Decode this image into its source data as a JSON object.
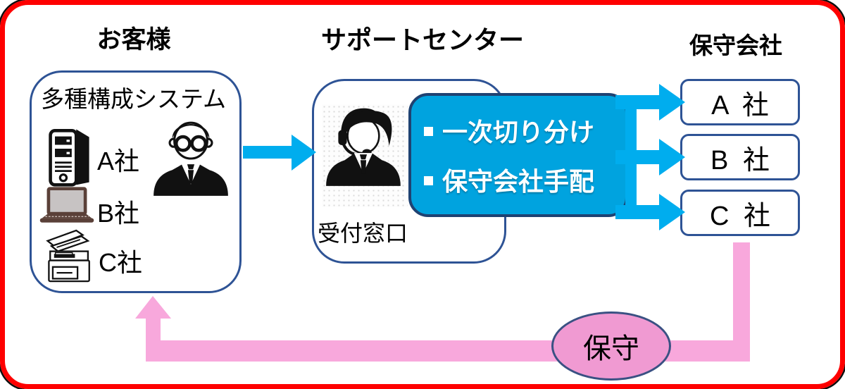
{
  "titles": {
    "customer": "お客様",
    "support_center": "サポートセンター",
    "maintenance_companies": "保守会社"
  },
  "customer_box": {
    "title": "多種構成システム",
    "person_icon": "businessman-glasses-icon",
    "devices": [
      {
        "icon": "server-icon",
        "label": "A社"
      },
      {
        "icon": "laptop-icon",
        "label": "B社"
      },
      {
        "icon": "printer-icon",
        "label": "C社"
      }
    ]
  },
  "support_box": {
    "person_icon": "operator-headset-icon",
    "label": "受付窓口"
  },
  "callout": {
    "items": [
      {
        "bullet": "▪",
        "text": "一次切り分け"
      },
      {
        "bullet": "▪",
        "text": "保守会社手配"
      }
    ]
  },
  "maintenance_companies": [
    {
      "name": "A 社"
    },
    {
      "name": "B 社"
    },
    {
      "name": "C 社"
    }
  ],
  "return_flow": {
    "label": "保守"
  },
  "flows": [
    {
      "from": "customer",
      "to": "support-center",
      "style": "cyan-block-arrow"
    },
    {
      "from": "support-center-callout",
      "to": "company-A",
      "style": "cyan-block-arrow"
    },
    {
      "from": "support-center-callout",
      "to": "company-B",
      "style": "cyan-block-arrow"
    },
    {
      "from": "support-center-callout",
      "to": "company-C",
      "style": "cyan-block-arrow"
    },
    {
      "from": "company-C",
      "to": "customer",
      "style": "pink-elbow-arrow",
      "label": "保守"
    }
  ],
  "colors": {
    "frame_red": "#FE0000",
    "box_border_blue": "#2E5395",
    "arrow_blue": "#00ADEE",
    "callout_blue": "#00A3DF",
    "callout_border": "#1F4272",
    "callout_text": "#FFFFFF",
    "pink_flow": "#F8A8DC",
    "pink_ellipse": "#F09AD2",
    "ellipse_border": "#3A5183"
  }
}
